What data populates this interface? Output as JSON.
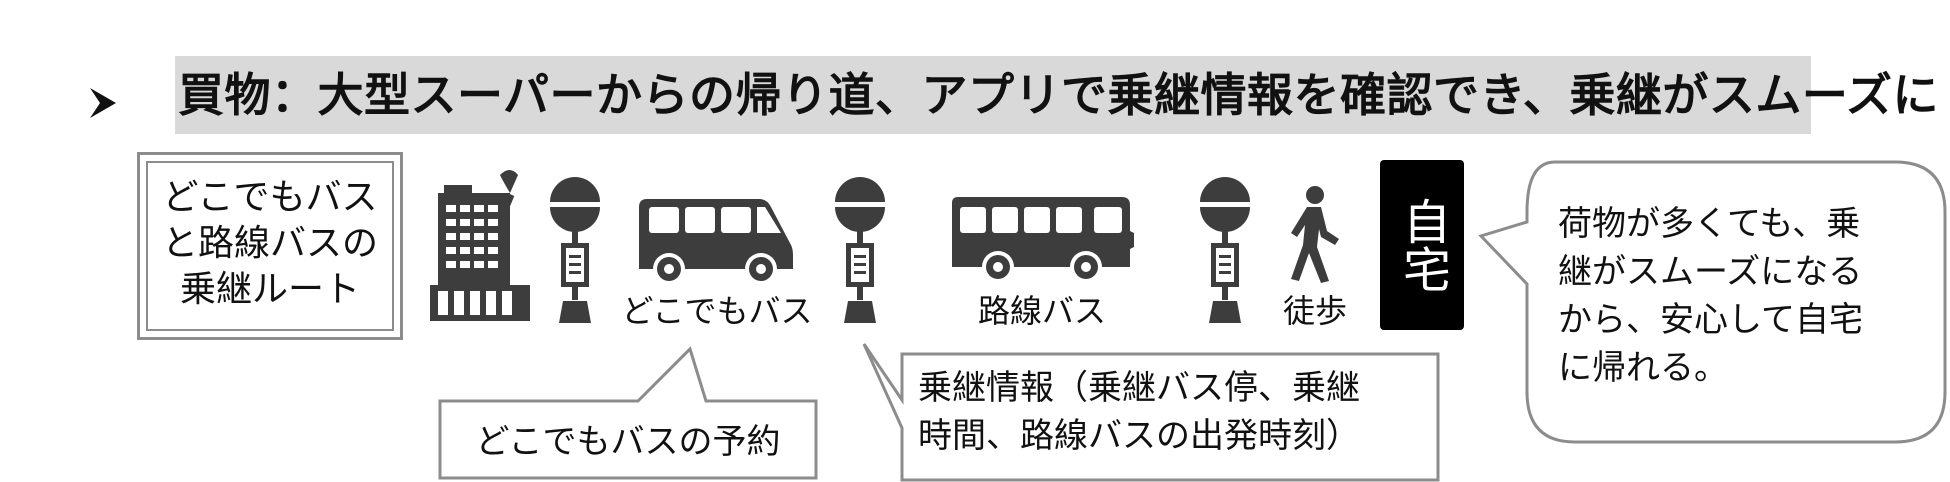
{
  "heading": {
    "text": "買物：大型スーパーからの帰り道、アプリで乗継情報を確認でき、乗継がスムーズに",
    "band_color": "#d9d9d9"
  },
  "route_box": {
    "text": "どこでもバス\nと路線バスの\n乗継ルート"
  },
  "labels": {
    "dokodemo_bus": "どこでもバス",
    "route_bus": "路線バス",
    "walk": "徒歩"
  },
  "home": {
    "text": "自宅"
  },
  "callouts": {
    "reservation": "どこでもバスの予約",
    "transfer_info": "乗継情報（乗継バス停、乗継\n時間、路線バスの出発時刻）",
    "relief": "荷物が多くても、乗\n継がスムーズになる\nから、安心して自宅\nに帰れる。"
  },
  "icons": [
    "bullet-arrow-icon",
    "building-icon",
    "bus-stop-icon",
    "minibus-icon",
    "bus-stop-icon",
    "route-bus-icon",
    "bus-stop-icon",
    "walking-person-icon"
  ],
  "colors": {
    "icon": "#3d3d3d",
    "border": "#8c8c8c",
    "home_bg": "#000000"
  }
}
